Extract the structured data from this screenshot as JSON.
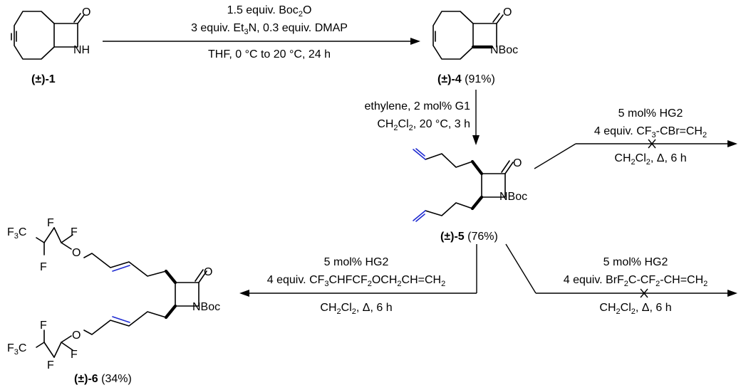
{
  "compounds": {
    "c1": {
      "pm": "(±)-",
      "num": "1"
    },
    "c4": {
      "pm": "(±)-",
      "num": "4",
      "yield": "(91%)"
    },
    "c5": {
      "pm": "(±)-",
      "num": "5",
      "yield": "(76%)"
    },
    "c6": {
      "pm": "(±)-",
      "num": "6",
      "yield": "(34%)"
    }
  },
  "atoms": {
    "O": "O",
    "NH": "NH",
    "NBoc": "NBoc",
    "F": "F",
    "F3C": {
      "main": "F",
      "sub": "3",
      "tail": "C"
    }
  },
  "steps": {
    "step1": {
      "line1": {
        "a": "1.5 equiv. Boc",
        "sub": "2",
        "b": "O"
      },
      "line2": {
        "a": "3 equiv. Et",
        "sub": "3",
        "b": "N, 0.3 equiv. DMAP"
      },
      "line3": "THF, 0 °C to 20 °C, 24 h"
    },
    "step2": {
      "line1": "ethylene, 2 mol% G1",
      "line2": {
        "a": "CH",
        "s1": "2",
        "b": "Cl",
        "s2": "2",
        "c": ", 20 °C, 3 h"
      }
    },
    "step3": {
      "line1": "5 mol% HG2",
      "line2": {
        "a": "4 equiv. CF",
        "s1": "3",
        "b": "-CBr=CH",
        "s2": "2"
      },
      "line3": {
        "a": "CH",
        "s1": "2",
        "b": "Cl",
        "s2": "2",
        "c": ", Δ, 6 h"
      }
    },
    "step4": {
      "line1": "5 mol% HG2",
      "line2": {
        "a": "4 equiv. BrF",
        "s1": "2",
        "b": "C-CF",
        "s2": "2",
        "c": "-CH=CH",
        "s3": "2"
      },
      "line3": {
        "a": "CH",
        "s1": "2",
        "b": "Cl",
        "s2": "2",
        "c": ", Δ, 6 h"
      }
    },
    "step5": {
      "line1": "5 mol% HG2",
      "line2": {
        "a": "4 equiv. CF",
        "s1": "3",
        "b": "CHFCF",
        "s2": "2",
        "c": "OCH",
        "s3": "2",
        "d": "CH=CH",
        "s4": "2"
      },
      "line3": {
        "a": "CH",
        "s1": "2",
        "b": "Cl",
        "s2": "2",
        "c": ", Δ, 6 h"
      }
    }
  }
}
